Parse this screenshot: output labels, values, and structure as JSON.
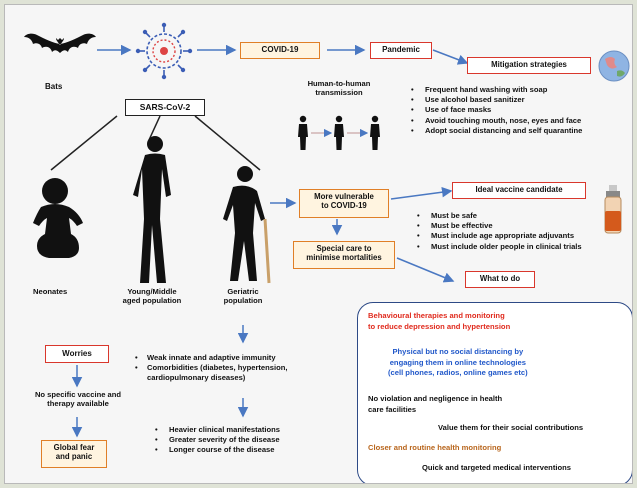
{
  "labels": {
    "bats": "Bats",
    "sars": "SARS-CoV-2",
    "covid": "COVID-19",
    "pandemic": "Pandemic",
    "h2h_line1": "Human-to-human",
    "h2h_line2": "transmission",
    "neonates": "Neonates",
    "young_line1": "Young/Middle",
    "young_line2": "aged population",
    "geriatric_line1": "Geriatric",
    "geriatric_line2": "population"
  },
  "mitigation": {
    "title": "Mitigation strategies",
    "items": [
      "Frequent hand washing with soap",
      "Use alcohol based  sanitizer",
      "Use of face masks",
      "Avoid touching mouth, nose, eyes and face",
      "Adopt social distancing and self quarantine"
    ]
  },
  "vulnerable": {
    "line1": "More vulnerable",
    "line2": "to COVID-19"
  },
  "special_care": {
    "line1": "Special care to",
    "line2": "minimise mortalities"
  },
  "vaccine": {
    "title": "Ideal vaccine candidate",
    "items": [
      "Must be safe",
      "Must be effective",
      "Must include age appropriate adjuvants",
      "Must include older people in clinical trials"
    ]
  },
  "what_to_do": {
    "title": "What to do",
    "p1_line1": "Behavioural therapies and monitoring",
    "p1_line2": "to reduce depression and hypertension",
    "p2_line1": "Physical but no social distancing by",
    "p2_line2": "engaging  them in online technologies",
    "p2_line3": "(cell phones, radios, online games etc)",
    "p3_line1": "No violation and negligence in health",
    "p3_line2": "care facilities",
    "p4": "Value them for their social contributions",
    "p5": "Closer and routine health monitoring",
    "p6": "Quick and targeted medical interventions"
  },
  "immunity": {
    "items": [
      "Weak innate and adaptive immunity",
      "Comorbidities (diabetes, hypertension, cardiopulmonary diseases)"
    ],
    "item2_line1": "Comorbidities (diabetes, hypertension,",
    "item2_line2": "cardiopulmonary diseases)"
  },
  "clinical": {
    "items": [
      "Heavier clinical manifestations",
      "Greater severity of the disease",
      "Longer course of the disease"
    ]
  },
  "worries": {
    "title": "Worries",
    "no_vaccine_line1": "No specific vaccine and",
    "no_vaccine_line2": "therapy available",
    "fear_line1": "Global fear",
    "fear_line2": "and panic"
  },
  "colors": {
    "red": "#d9372c",
    "orange": "#e07f27",
    "arrow_blue": "#4a78c2",
    "text_blue": "#2158c9",
    "text_red": "#e02a1d",
    "text_brown": "#b8651c",
    "panel_border": "#2d4a86"
  },
  "icons": [
    "bat-icon",
    "virus-icon",
    "globe-icon",
    "vaccine-vial-icon",
    "person-icon",
    "baby-icon",
    "adult-icon",
    "elderly-icon"
  ]
}
